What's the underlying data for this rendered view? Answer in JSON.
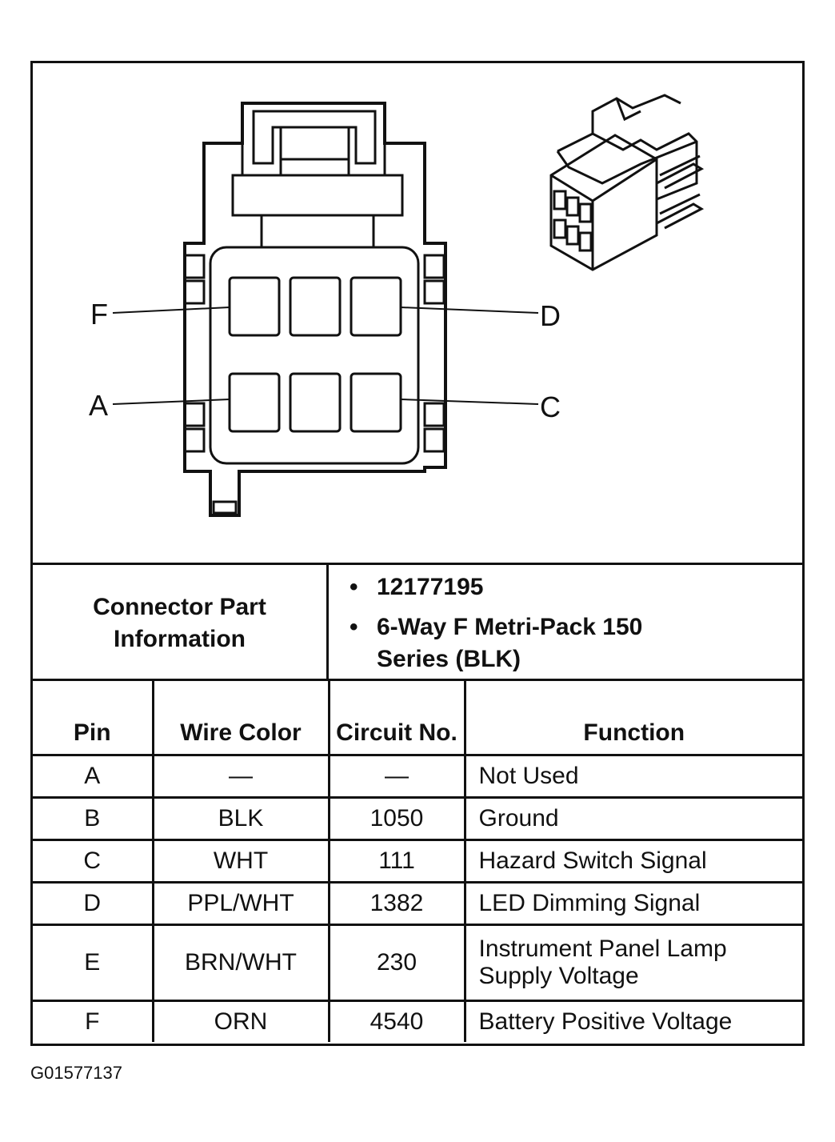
{
  "connector_face": {
    "pin_labels": {
      "upper_left": "F",
      "upper_right": "D",
      "lower_left": "A",
      "lower_right": "C"
    }
  },
  "connector_info": {
    "label": "Connector Part Information",
    "part_number": "12177195",
    "description": "6-Way F Metri-Pack 150 Series (BLK)"
  },
  "table": {
    "headers": {
      "pin": "Pin",
      "wire_color": "Wire Color",
      "circuit_no": "Circuit No.",
      "function": "Function"
    },
    "rows": [
      {
        "pin": "A",
        "wire_color": "—",
        "circuit_no": "—",
        "function": "Not Used"
      },
      {
        "pin": "B",
        "wire_color": "BLK",
        "circuit_no": "1050",
        "function": "Ground"
      },
      {
        "pin": "C",
        "wire_color": "WHT",
        "circuit_no": "111",
        "function": "Hazard Switch Signal"
      },
      {
        "pin": "D",
        "wire_color": "PPL/WHT",
        "circuit_no": "1382",
        "function": "LED Dimming Signal"
      },
      {
        "pin": "E",
        "wire_color": "BRN/WHT",
        "circuit_no": "230",
        "function": "Instrument Panel Lamp Supply Voltage"
      },
      {
        "pin": "F",
        "wire_color": "ORN",
        "circuit_no": "4540",
        "function": "Battery Positive Voltage"
      }
    ]
  },
  "figure_id": "G01577137"
}
